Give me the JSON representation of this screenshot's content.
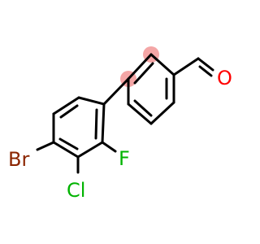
{
  "molecule": {
    "atoms": {
      "oxygen": "O",
      "fluorine": "F",
      "chlorine": "Cl",
      "bromine": "Br"
    },
    "colors": {
      "oxygen": "#ff0000",
      "fluorine": "#00b300",
      "chlorine": "#00b300",
      "bromine": "#8b2500",
      "bond": "#000000",
      "highlight": "#f4a6a6"
    }
  }
}
